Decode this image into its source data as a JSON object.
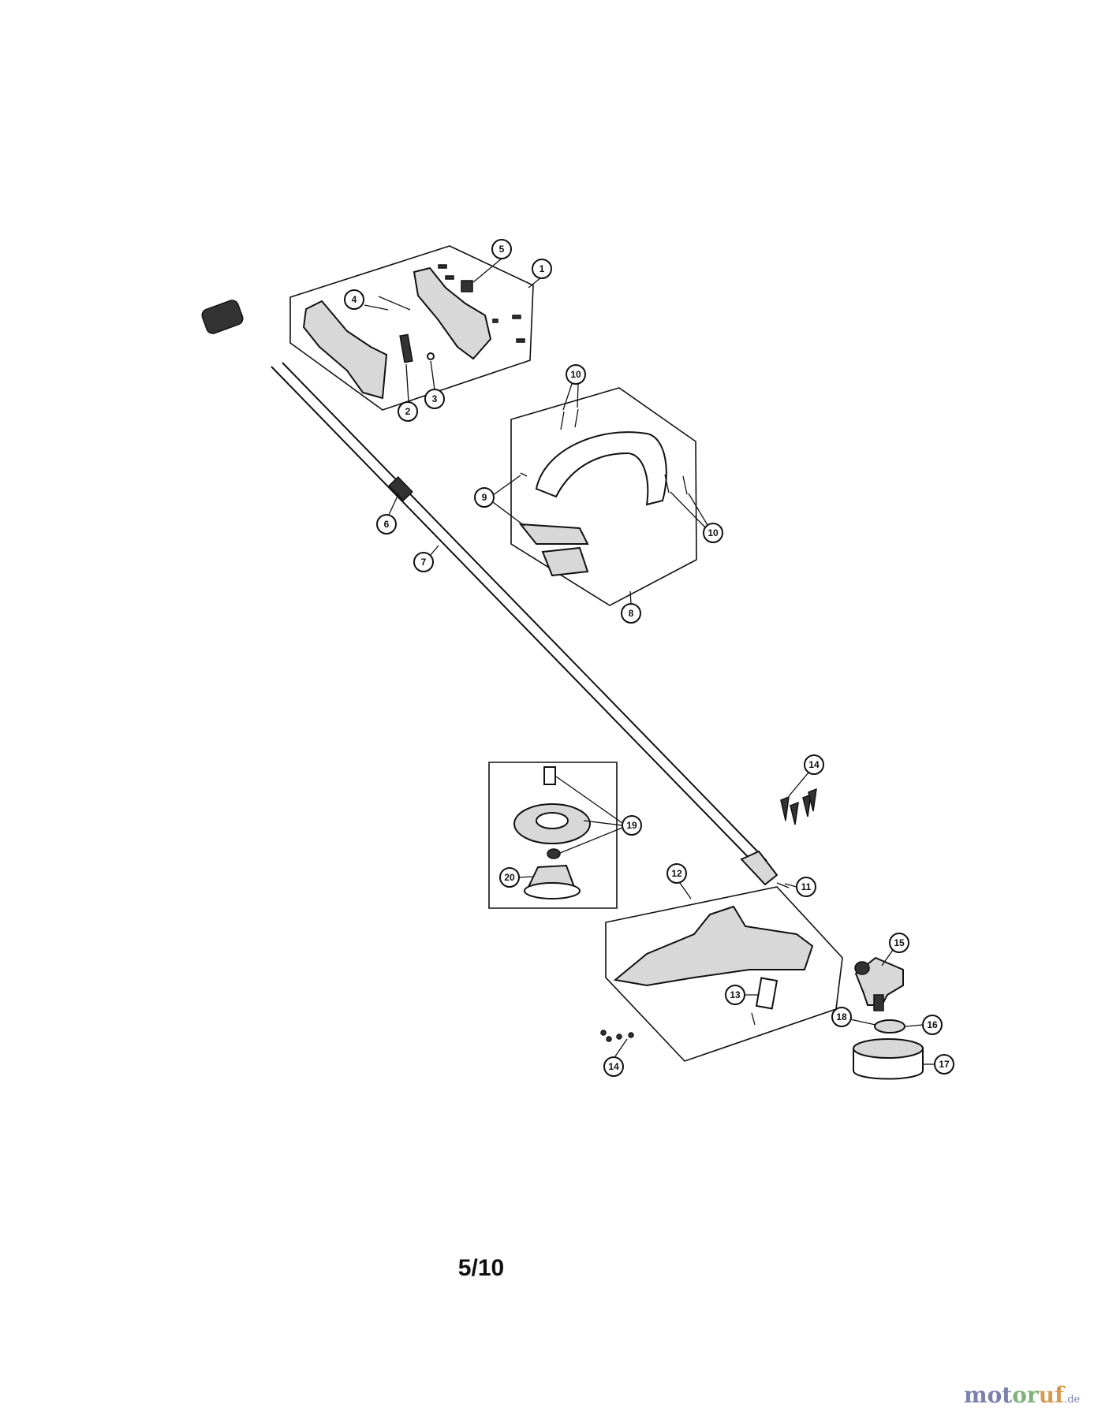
{
  "diagram": {
    "callouts": [
      "1",
      "2",
      "3",
      "4",
      "5",
      "6",
      "7",
      "8",
      "9",
      "10",
      "10",
      "11",
      "12",
      "13",
      "14",
      "14",
      "15",
      "16",
      "17",
      "18",
      "19",
      "20"
    ]
  },
  "page_number": "5/10",
  "watermark": {
    "part1": "mot",
    "part2": "or",
    "part3": "uf",
    "tld": ".de"
  }
}
